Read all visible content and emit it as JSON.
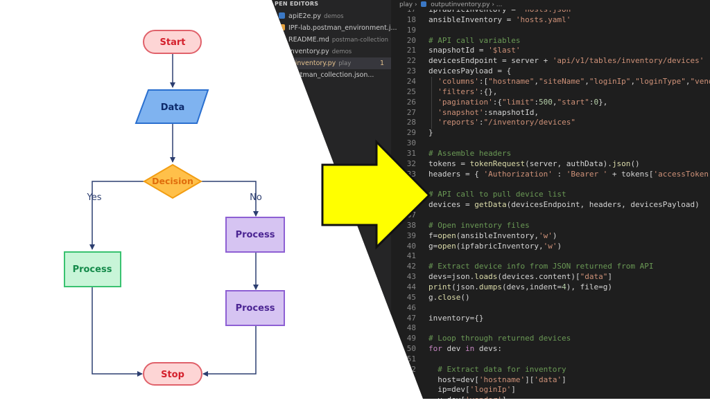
{
  "explorer": {
    "header": "PEN EDITORS",
    "items": [
      {
        "name": "apiE2e.py",
        "folder": "demos",
        "icon_color": "#3b78c4"
      },
      {
        "name": "IPF-lab.postman_environment.j...",
        "folder": "",
        "icon_color": "#e8a33d"
      },
      {
        "name": "README.md",
        "folder": "postman-collection",
        "icon_color": "#519aba"
      },
      {
        "name": "Inventory.py",
        "folder": "demos",
        "icon_color": "#3b78c4"
      },
      {
        "name": "utinventory.py",
        "folder": "play",
        "icon_color": "#3b78c4",
        "modified": true,
        "count": "1"
      },
      {
        "name": "postman_collection.json...",
        "folder": "",
        "icon_color": "#e8a33d"
      }
    ]
  },
  "breadcrumb": {
    "folder": "play",
    "file": "outputinventory.py",
    "rest": "..."
  },
  "code_lines": [
    {
      "n": "17",
      "t": "ipfabricInventory = 'hosts.json'"
    },
    {
      "n": "18",
      "t": "ansibleInventory = 'hosts.yaml'"
    },
    {
      "n": "19",
      "t": ""
    },
    {
      "n": "20",
      "t": "# API call variables"
    },
    {
      "n": "21",
      "t": "snapshotId = '$last'"
    },
    {
      "n": "22",
      "t": "devicesEndpoint = server + 'api/v1/tables/inventory/devices'"
    },
    {
      "n": "23",
      "t": "devicesPayload = {"
    },
    {
      "n": "24",
      "t": "  'columns':[\"hostname\",\"siteName\",\"loginIp\",\"loginType\",\"vendor\",\"p"
    },
    {
      "n": "25",
      "t": "  'filters':{},"
    },
    {
      "n": "26",
      "t": "  'pagination':{\"limit\":500,\"start\":0},"
    },
    {
      "n": "27",
      "t": "  'snapshot':snapshotId,"
    },
    {
      "n": "28",
      "t": "  'reports':\"/inventory/devices\""
    },
    {
      "n": "29",
      "t": "}"
    },
    {
      "n": "30",
      "t": ""
    },
    {
      "n": "31",
      "t": "# Assemble headers"
    },
    {
      "n": "32",
      "t": "tokens = tokenRequest(server, authData).json()"
    },
    {
      "n": "33",
      "t": "headers = { 'Authorization' : 'Bearer ' + tokens['accessToken'], 'Co"
    },
    {
      "n": "34",
      "t": ""
    },
    {
      "n": "35",
      "t": "# API call to pull device list"
    },
    {
      "n": "36",
      "t": "devices = getData(devicesEndpoint, headers, devicesPayload)"
    },
    {
      "n": "37",
      "t": ""
    },
    {
      "n": "38",
      "t": "# Open inventory files"
    },
    {
      "n": "39",
      "t": "f=open(ansibleInventory,'w')"
    },
    {
      "n": "40",
      "t": "g=open(ipfabricInventory,'w')"
    },
    {
      "n": "41",
      "t": ""
    },
    {
      "n": "42",
      "t": "# Extract device info from JSON returned from API"
    },
    {
      "n": "43",
      "t": "devs=json.loads(devices.content)[\"data\"]"
    },
    {
      "n": "44",
      "t": "print(json.dumps(devs,indent=4), file=g)"
    },
    {
      "n": "45",
      "t": "g.close()"
    },
    {
      "n": "46",
      "t": ""
    },
    {
      "n": "47",
      "t": "inventory={}"
    },
    {
      "n": "48",
      "t": ""
    },
    {
      "n": "49",
      "t": "# Loop through returned devices"
    },
    {
      "n": "50",
      "t": "for dev in devs:"
    },
    {
      "n": "51",
      "t": ""
    },
    {
      "n": "52",
      "t": "  # Extract data for inventory"
    },
    {
      "n": "53",
      "t": "  host=dev['hostname']['data']"
    },
    {
      "n": "54",
      "t": "  ip=dev['loginIp']"
    },
    {
      "n": "55",
      "t": "  v=dev['vendor']"
    }
  ],
  "flowchart": {
    "start": "Start",
    "data": "Data",
    "decision": "Decision",
    "yes": "Yes",
    "no": "No",
    "process_left": "Process",
    "process_right_1": "Process",
    "process_right_2": "Process",
    "stop": "Stop"
  },
  "colors": {
    "terminal_fill": "#fdd5d5",
    "terminal_stroke": "#e0616a",
    "terminal_text": "#d4202c",
    "data_fill": "#7fb3f0",
    "data_stroke": "#2a6fcf",
    "data_text": "#0d2a6b",
    "decision_fill": "#ffc04a",
    "decision_stroke": "#f29d12",
    "decision_text": "#e06d0c",
    "process_green_fill": "#c8f5d8",
    "process_green_stroke": "#39c270",
    "process_green_text": "#148a4a",
    "process_purple_fill": "#d6c4f2",
    "process_purple_stroke": "#8d5fd3",
    "process_purple_text": "#4b2593",
    "connector": "#2c3e70",
    "arrow_fill": "#ffff00",
    "arrow_stroke": "#111111"
  }
}
